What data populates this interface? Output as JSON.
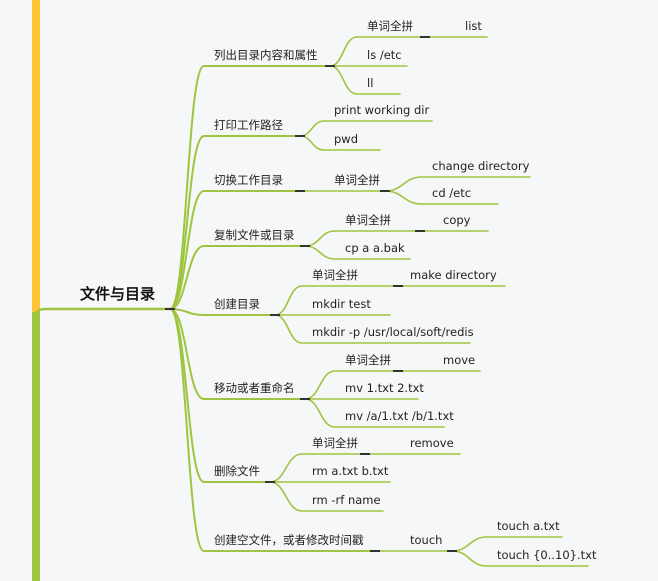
{
  "colors": {
    "branch": "#9dc53e",
    "accent_bar_top": "#ffc536",
    "accent_bar_bottom": "#9dc53e",
    "background": "#f6f7f9"
  },
  "mindmap": {
    "root": "文件与目录",
    "children": [
      {
        "label": "列出目录内容和属性",
        "children": [
          {
            "label": "单词全拼",
            "children": [
              {
                "label": "list"
              }
            ]
          },
          {
            "label": "ls /etc"
          },
          {
            "label": "ll"
          }
        ]
      },
      {
        "label": "打印工作路径",
        "children": [
          {
            "label": "print working dir"
          },
          {
            "label": "pwd"
          }
        ]
      },
      {
        "label": "切换工作目录",
        "children": [
          {
            "label": "单词全拼",
            "children": [
              {
                "label": "change directory"
              },
              {
                "label": "cd /etc"
              }
            ]
          }
        ]
      },
      {
        "label": "复制文件或目录",
        "children": [
          {
            "label": "单词全拼",
            "children": [
              {
                "label": "copy"
              }
            ]
          },
          {
            "label": "cp a a.bak"
          }
        ]
      },
      {
        "label": "创建目录",
        "children": [
          {
            "label": "单词全拼",
            "children": [
              {
                "label": "make directory"
              }
            ]
          },
          {
            "label": "mkdir test"
          },
          {
            "label": "mkdir -p /usr/local/soft/redis"
          }
        ]
      },
      {
        "label": "移动或者重命名",
        "children": [
          {
            "label": "单词全拼",
            "children": [
              {
                "label": "move"
              }
            ]
          },
          {
            "label": "mv 1.txt 2.txt"
          },
          {
            "label": "mv /a/1.txt /b/1.txt"
          }
        ]
      },
      {
        "label": "删除文件",
        "children": [
          {
            "label": "单词全拼",
            "children": [
              {
                "label": "remove"
              }
            ]
          },
          {
            "label": "rm a.txt b.txt"
          },
          {
            "label": "rm -rf name"
          }
        ]
      },
      {
        "label": "创建空文件，或者修改时间戳",
        "children": [
          {
            "label": "touch",
            "children": [
              {
                "label": "touch a.txt"
              },
              {
                "label": "touch {0..10}.txt"
              }
            ]
          }
        ]
      }
    ]
  }
}
